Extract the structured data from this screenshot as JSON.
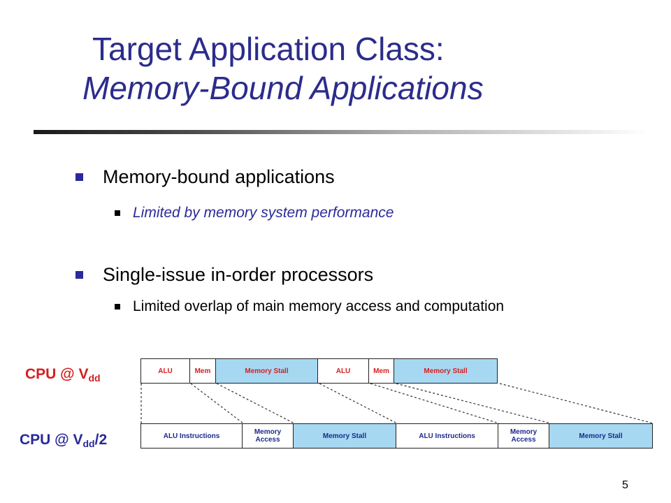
{
  "slide": {
    "title_line1": "Target Application Class:",
    "title_line2": "Memory-Bound Applications",
    "bullets": [
      {
        "text": "Memory-bound applications",
        "sub": [
          "Limited by memory system performance"
        ]
      },
      {
        "text": "Single-issue in-order processors",
        "sub": [
          "Limited overlap of main memory access and computation"
        ]
      }
    ],
    "page_number": "5"
  },
  "diagram": {
    "top_label": {
      "prefix": "CPU @ V",
      "sub": "dd",
      "suffix": ""
    },
    "bottom_label": {
      "prefix": "CPU @ V",
      "sub": "dd",
      "suffix": "/2"
    },
    "top_segments": [
      {
        "label": "ALU",
        "kind": "white"
      },
      {
        "label": "Mem",
        "kind": "white"
      },
      {
        "label": "Memory Stall",
        "kind": "stall"
      },
      {
        "label": "ALU",
        "kind": "white"
      },
      {
        "label": "Mem",
        "kind": "white"
      },
      {
        "label": "Memory Stall",
        "kind": "stall"
      }
    ],
    "bottom_segments": [
      {
        "label": "ALU Instructions",
        "kind": "white"
      },
      {
        "label": "Memory Access",
        "kind": "white"
      },
      {
        "label": "Memory Stall",
        "kind": "stall"
      },
      {
        "label": "ALU Instructions",
        "kind": "white"
      },
      {
        "label": "Memory Access",
        "kind": "white"
      },
      {
        "label": "Memory Stall",
        "kind": "stall"
      }
    ]
  },
  "colors": {
    "title": "#2c2c8c",
    "stall_fill": "#a6d8f2",
    "label_red": "#d42020",
    "label_blue": "#2a2a9a"
  }
}
